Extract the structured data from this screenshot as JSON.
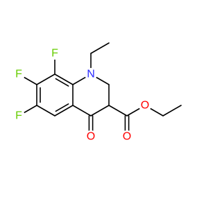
{
  "molecule": {
    "colors": {
      "F": "#66cc00",
      "N": "#2b2bff",
      "O": "#ff0000",
      "bond": "#000000",
      "background": "#ffffff"
    },
    "atoms": {
      "F8": "F",
      "F7": "F",
      "F6": "F",
      "N1": "N",
      "O4": "O",
      "O_carbonyl": "O",
      "O_ester": "O"
    }
  }
}
